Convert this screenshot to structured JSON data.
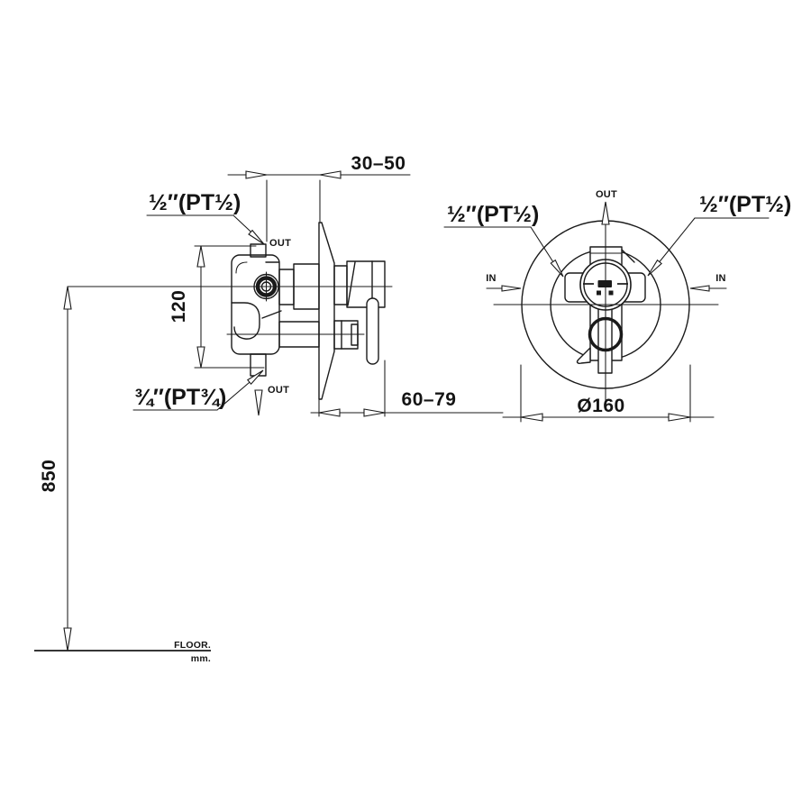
{
  "side_view": {
    "dim_wall_depth": "30–50",
    "dim_trim_depth": "60–79",
    "dim_port_spacing": "120",
    "dim_mounting_height": "850",
    "label_out_top": "OUT",
    "label_out_bottom": "OUT",
    "label_port_top": "½″(PT½)",
    "label_port_bottom": "¾″(PT¾)",
    "label_floor": "FLOOR.",
    "label_units": "mm."
  },
  "front_view": {
    "dim_plate_diameter": "Ø160",
    "label_out": "OUT",
    "label_in_left": "IN",
    "label_in_right": "IN",
    "label_port_left": "½″(PT½)",
    "label_port_right": "½″(PT½)"
  },
  "colors": {
    "line": "#1a1a1a",
    "background": "#ffffff"
  }
}
